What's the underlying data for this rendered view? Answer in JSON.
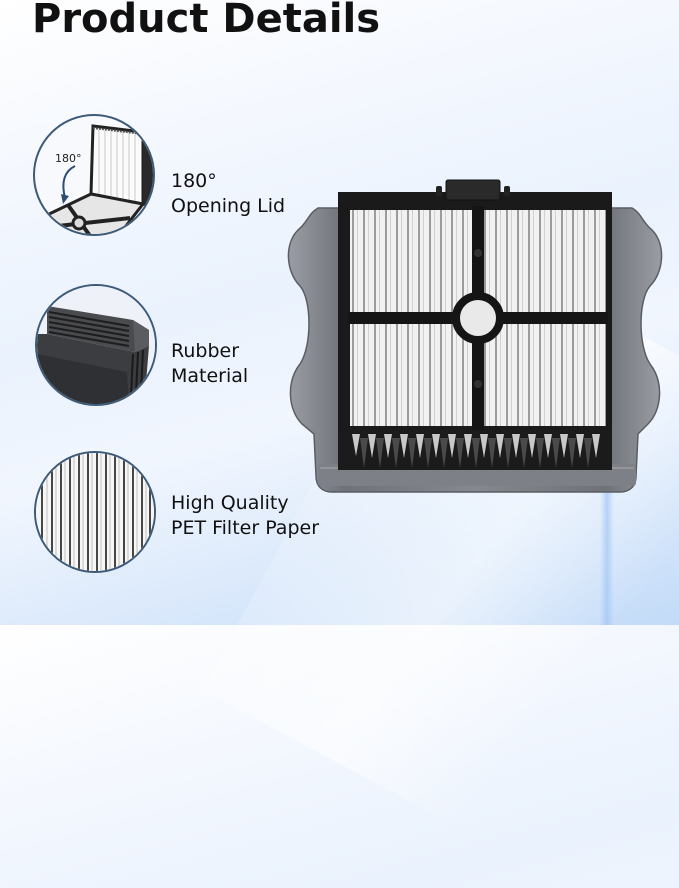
{
  "page": {
    "title": "Product Details"
  },
  "features": [
    {
      "id": "opening-lid",
      "icon": "filter-lid-open-icon",
      "badge": "180°",
      "label_lines": [
        "180°",
        "Opening Lid"
      ]
    },
    {
      "id": "rubber-material",
      "icon": "rubber-housing-icon",
      "label_lines": [
        "Rubber",
        "Material"
      ]
    },
    {
      "id": "pet-filter-paper",
      "icon": "pleated-filter-paper-icon",
      "label_lines": [
        "High Quality",
        "PET Filter Paper"
      ]
    }
  ],
  "product": {
    "image": "hepa-filter-product-image"
  },
  "colors": {
    "circle_border": "#3d5a78",
    "text": "#111111",
    "housing_gray": "#7b7e84",
    "frame_black": "#1a1a1a",
    "filter_white": "#ececec",
    "background_blue": "#c3dbf8"
  }
}
